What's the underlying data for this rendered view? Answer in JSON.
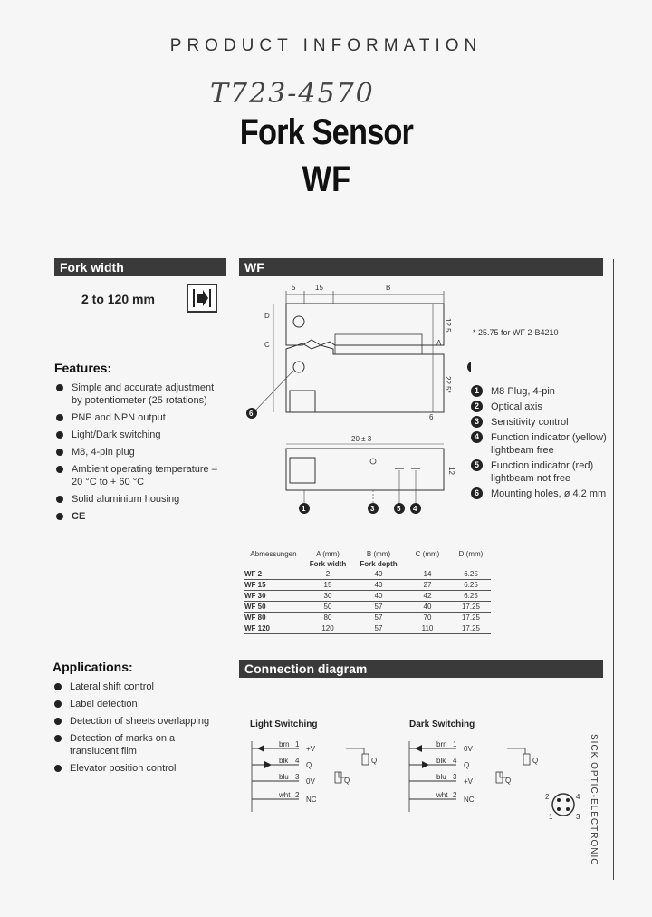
{
  "header": "PRODUCT INFORMATION",
  "handwritten": "T723-4570",
  "title": "Fork Sensor",
  "subtitle": "WF",
  "left": {
    "fork_width_heading": "Fork width",
    "fork_range": "2 to 120 mm",
    "features_heading": "Features:",
    "features": [
      "Simple and accurate adjustment by potentiometer (25 rotations)",
      "PNP and NPN output",
      "Light/Dark switching",
      "M8, 4-pin plug",
      "Ambient operating temperature – 20 °C to + 60 °C",
      "Solid aluminium housing",
      "CE"
    ],
    "applications_heading": "Applications:",
    "applications": [
      "Lateral shift control",
      "Label detection",
      "Detection of sheets overlapping",
      "Detection of marks on a translucent film",
      "Elevator position control"
    ]
  },
  "right": {
    "wf_heading": "WF",
    "note": "* 25.75 for WF 2-B4210",
    "legend": [
      {
        "n": "1",
        "text": "M8 Plug, 4-pin"
      },
      {
        "n": "2",
        "text": "Optical axis"
      },
      {
        "n": "3",
        "text": "Sensitivity control"
      },
      {
        "n": "4",
        "text": "Function indicator (yellow) lightbeam free"
      },
      {
        "n": "5",
        "text": "Function indicator (red) lightbeam not free"
      },
      {
        "n": "6",
        "text": "Mounting holes, ø 4.2 mm"
      }
    ],
    "drawing_labels": {
      "top_5": "5",
      "top_15": "15",
      "top_b": "B",
      "d": "D",
      "c": "C",
      "a": "A",
      "v1": "12.5",
      "v2": "22.5*",
      "v3": "6",
      "bottom_w": "20 ± 3",
      "bottom_h": "12"
    },
    "table": {
      "headers": [
        "Abmessungen",
        "A (mm)",
        "B (mm)",
        "C (mm)",
        "D (mm)"
      ],
      "subheaders": [
        "",
        "Fork width",
        "Fork depth",
        "",
        ""
      ],
      "rows": [
        [
          "WF 2",
          "2",
          "40",
          "14",
          "6.25"
        ],
        [
          "WF 15",
          "15",
          "40",
          "27",
          "6.25"
        ],
        [
          "WF 30",
          "30",
          "40",
          "42",
          "6.25"
        ],
        [
          "WF 50",
          "50",
          "57",
          "40",
          "17.25"
        ],
        [
          "WF 80",
          "80",
          "57",
          "70",
          "17.25"
        ],
        [
          "WF 120",
          "120",
          "57",
          "110",
          "17.25"
        ]
      ]
    },
    "connection_heading": "Connection diagram",
    "light_switching": "Light Switching",
    "dark_switching": "Dark Switching",
    "light_wires": [
      {
        "color": "brn",
        "pin": "1",
        "signal": "+V"
      },
      {
        "color": "blk",
        "pin": "4",
        "signal": "Q"
      },
      {
        "color": "blu",
        "pin": "3",
        "signal": "0V"
      },
      {
        "color": "wht",
        "pin": "2",
        "signal": "NC"
      }
    ],
    "dark_wires": [
      {
        "color": "brn",
        "pin": "1",
        "signal": "0V"
      },
      {
        "color": "blk",
        "pin": "4",
        "signal": "Q"
      },
      {
        "color": "blu",
        "pin": "3",
        "signal": "+V"
      },
      {
        "color": "wht",
        "pin": "2",
        "signal": "NC"
      }
    ],
    "load_label": "Q",
    "pin_numbers": [
      "1",
      "2",
      "3",
      "4"
    ],
    "side_text": "SICK OPTIC-ELECTRONIC"
  }
}
